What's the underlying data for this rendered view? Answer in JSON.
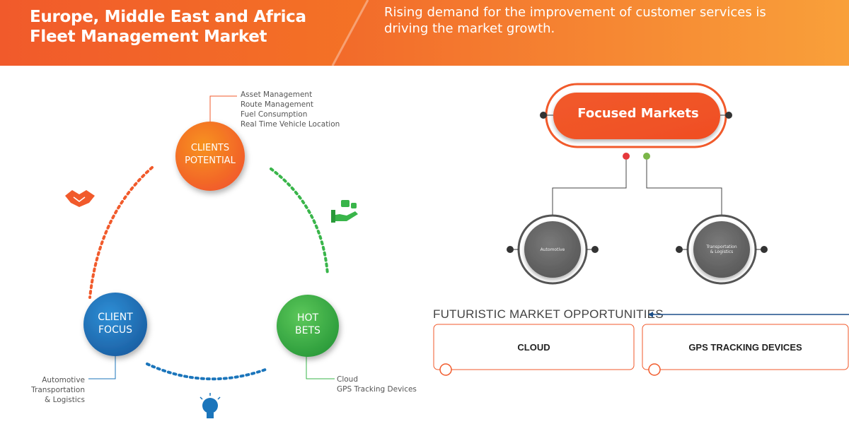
{
  "header": {
    "title_line1": "Europe, Middle East and Africa",
    "title_line2": "Fleet Management Market",
    "tagline_line1": "Rising demand for the improvement of customer services is",
    "tagline_line2": "driving the market growth."
  },
  "cycle": {
    "clients_potential": {
      "line1": "CLIENTS",
      "line2": "POTENTIAL",
      "items": [
        "Asset Management",
        "Route Management",
        "Fuel Consumption",
        "Real Time Vehicle Location"
      ]
    },
    "client_focus": {
      "line1": "CLIENT",
      "line2": "FOCUS",
      "items": [
        "Automotive",
        "Transportation",
        "& Logistics"
      ]
    },
    "hot_bets": {
      "line1": "HOT",
      "line2": "BETS",
      "items": [
        "Cloud",
        "GPS Tracking Devices"
      ]
    }
  },
  "focused_markets": {
    "label": "Focused Markets",
    "left_node": "Automotive",
    "right_node_line1": "Transportation",
    "right_node_line2": "& Logistics"
  },
  "opportunities": {
    "title": "FUTURISTIC MARKET OPPORTUNITIES",
    "boxes": [
      "CLOUD",
      "GPS TRACKING DEVICES"
    ]
  },
  "colors": {
    "orange": "#f15a2b",
    "orange_light": "#f7931e",
    "blue": "#1b75bb",
    "green": "#39b54a",
    "gray": "#6d6e71"
  }
}
